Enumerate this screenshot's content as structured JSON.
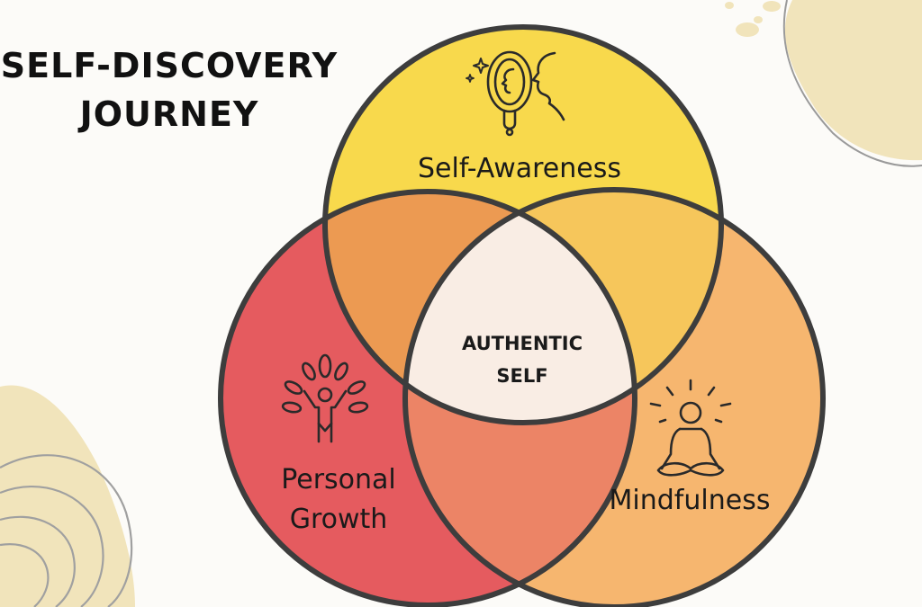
{
  "title": {
    "line1": "SELF-DISCOVERY",
    "line2": "JOURNEY"
  },
  "circles": {
    "top": {
      "label": "Self-Awareness",
      "color": "#f8d94c",
      "icon": "mirror-face-icon"
    },
    "left": {
      "label_line1": "Personal",
      "label_line2": "Growth",
      "color": "#e55b5f",
      "icon": "growth-tree-person-icon"
    },
    "right": {
      "label": "Mindfulness",
      "color": "#f6b66f",
      "icon": "meditation-icon"
    }
  },
  "overlaps": {
    "top_left": "#ec9a52",
    "top_right": "#f6c65b",
    "left_right": "#ec8466"
  },
  "center": {
    "line1": "AUTHENTIC",
    "line2": "SELF",
    "color": "#f9ede4"
  },
  "outline_color": "#3d3d3d",
  "decor_color": "#f1e4bb"
}
